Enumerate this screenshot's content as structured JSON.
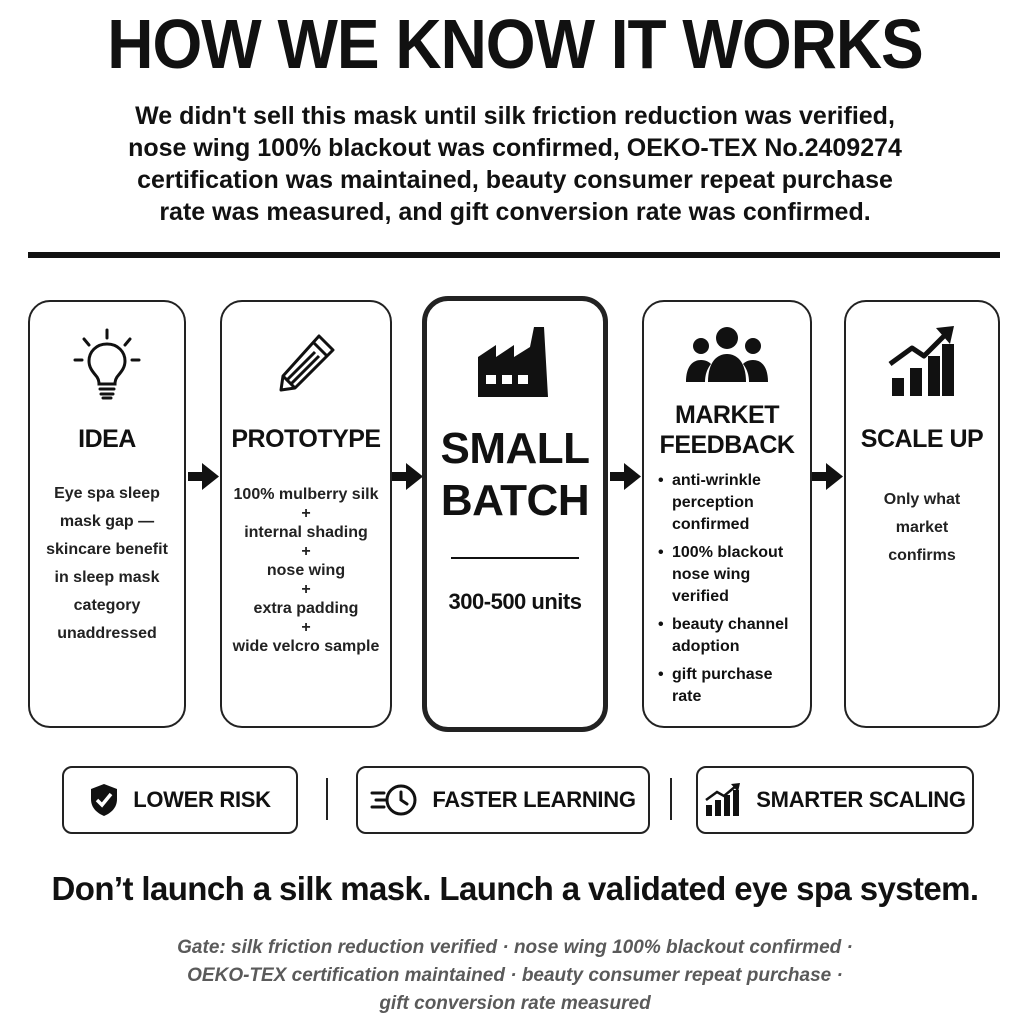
{
  "title": "HOW WE KNOW IT WORKS",
  "intro_lines": [
    "We didn't sell this mask until silk friction reduction was verified,",
    "nose wing 100% blackout was confirmed, OEKO-TEX No.2409274",
    "certification was maintained, beauty consumer repeat purchase",
    "rate was measured, and gift conversion rate was confirmed."
  ],
  "steps": {
    "idea": {
      "title": "IDEA",
      "icon": "lightbulb-icon",
      "lines": [
        "Eye spa sleep",
        "mask gap —",
        "skincare benefit",
        "in sleep mask",
        "category",
        "unaddressed"
      ]
    },
    "prototype": {
      "title": "PROTOTYPE",
      "icon": "pencil-icon",
      "items": [
        "100% mulberry silk",
        "internal shading",
        "nose wing",
        "extra padding",
        "wide velcro sample"
      ],
      "joiner": "+"
    },
    "small_batch": {
      "title_line1": "SMALL",
      "title_line2": "BATCH",
      "icon": "factory-icon",
      "units": "300-500 units"
    },
    "market_feedback": {
      "title_line1": "MARKET",
      "title_line2": "FEEDBACK",
      "icon": "people-icon",
      "bullets": [
        [
          "anti-wrinkle",
          "perception",
          "confirmed"
        ],
        [
          "100% blackout",
          "nose wing",
          "verified"
        ],
        [
          "beauty channel",
          "adoption"
        ],
        [
          "gift purchase",
          "rate"
        ]
      ]
    },
    "scale_up": {
      "title": "SCALE UP",
      "icon": "growth-chart-icon",
      "lines": [
        "Only what",
        "market",
        "confirms"
      ]
    }
  },
  "benefits": {
    "lower_risk": {
      "label": "LOWER RISK",
      "icon": "shield-check-icon"
    },
    "faster_learning": {
      "label": "FASTER LEARNING",
      "icon": "fast-clock-icon"
    },
    "smarter_scaling": {
      "label": "SMARTER SCALING",
      "icon": "bar-chart-icon"
    }
  },
  "tagline": "Don’t launch a silk mask. Launch a validated eye spa system.",
  "gate_lines": [
    "Gate: silk friction reduction verified · nose wing 100% blackout confirmed ·",
    "OEKO-TEX certification maintained · beauty consumer repeat purchase ·",
    "gift conversion rate measured"
  ],
  "colors": {
    "ink": "#111111",
    "muted": "#5a5a5a",
    "background": "#ffffff"
  }
}
